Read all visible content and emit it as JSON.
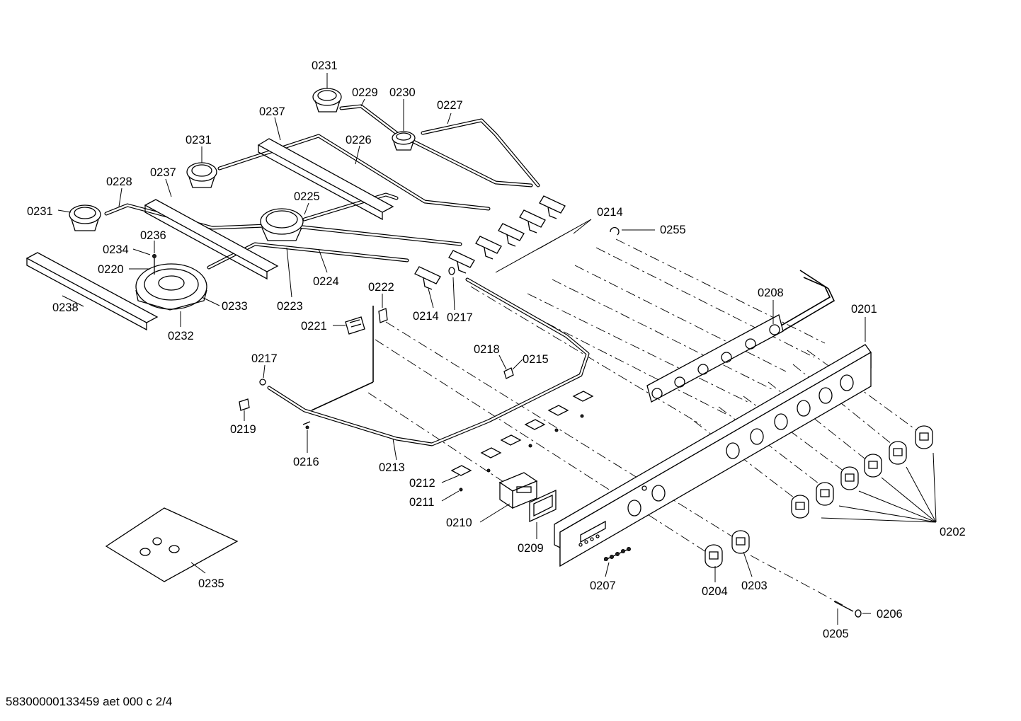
{
  "callouts": {
    "c0231_top": "0231",
    "c0229": "0229",
    "c0230": "0230",
    "c0227": "0227",
    "c0237_a": "0237",
    "c0231_mid": "0231",
    "c0226": "0226",
    "c0228": "0228",
    "c0237_b": "0237",
    "c0231_left": "0231",
    "c0225": "0225",
    "c0214_a": "0214",
    "c0255": "0255",
    "c0236": "0236",
    "c0234": "0234",
    "c0220": "0220",
    "c0233": "0233",
    "c0223": "0223",
    "c0224": "0224",
    "c0238": "0238",
    "c0232": "0232",
    "c0222": "0222",
    "c0221": "0221",
    "c0214_b": "0214",
    "c0217_a": "0217",
    "c0208": "0208",
    "c0201": "0201",
    "c0218": "0218",
    "c0215": "0215",
    "c0217_b": "0217",
    "c0219": "0219",
    "c0216": "0216",
    "c0213": "0213",
    "c0212": "0212",
    "c0211": "0211",
    "c0210": "0210",
    "c0209": "0209",
    "c0202": "0202",
    "c0235": "0235",
    "c0207": "0207",
    "c0204": "0204",
    "c0203": "0203",
    "c0206": "0206",
    "c0205": "0205"
  },
  "footer": {
    "document_id": "58300000133459 aet 000 c 2/4"
  }
}
